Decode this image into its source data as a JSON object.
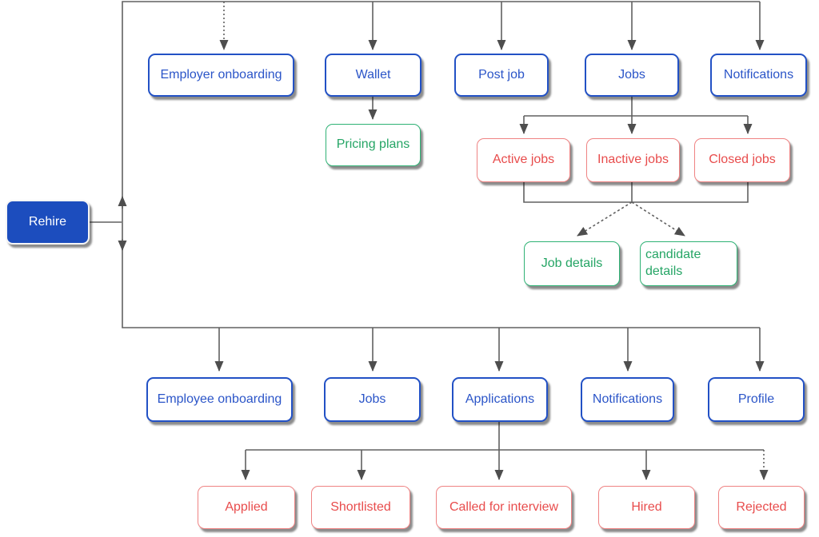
{
  "colors": {
    "blue_border": "#2251c5",
    "blue_text": "#2b55c8",
    "red_border": "#ef8383",
    "red_text": "#e84c4c",
    "green_border": "#2fb275",
    "green_text": "#25a565",
    "primary_fill": "#1c4dbe",
    "primary_text": "#ffffff",
    "edge": "#606060",
    "arrow": "#4e4e4e"
  },
  "nodes": {
    "rehire": "Rehire",
    "employer_onboarding": "Employer onboarding",
    "wallet": "Wallet",
    "post_job": "Post job",
    "employer_jobs": "Jobs",
    "employer_notifications": "Notifications",
    "pricing_plans": "Pricing plans",
    "active_jobs": "Active jobs",
    "inactive_jobs": "Inactive jobs",
    "closed_jobs": "Closed jobs",
    "job_details": "Job details",
    "candidate_details": "candidate details",
    "employee_onboarding": "Employee onboarding",
    "employee_jobs": "Jobs",
    "applications": "Applications",
    "employee_notifications": "Notifications",
    "profile": "Profile",
    "applied": "Applied",
    "shortlisted": "Shortlisted",
    "called_for_interview": "Called for interview",
    "hired": "Hired",
    "rejected": "Rejected"
  }
}
